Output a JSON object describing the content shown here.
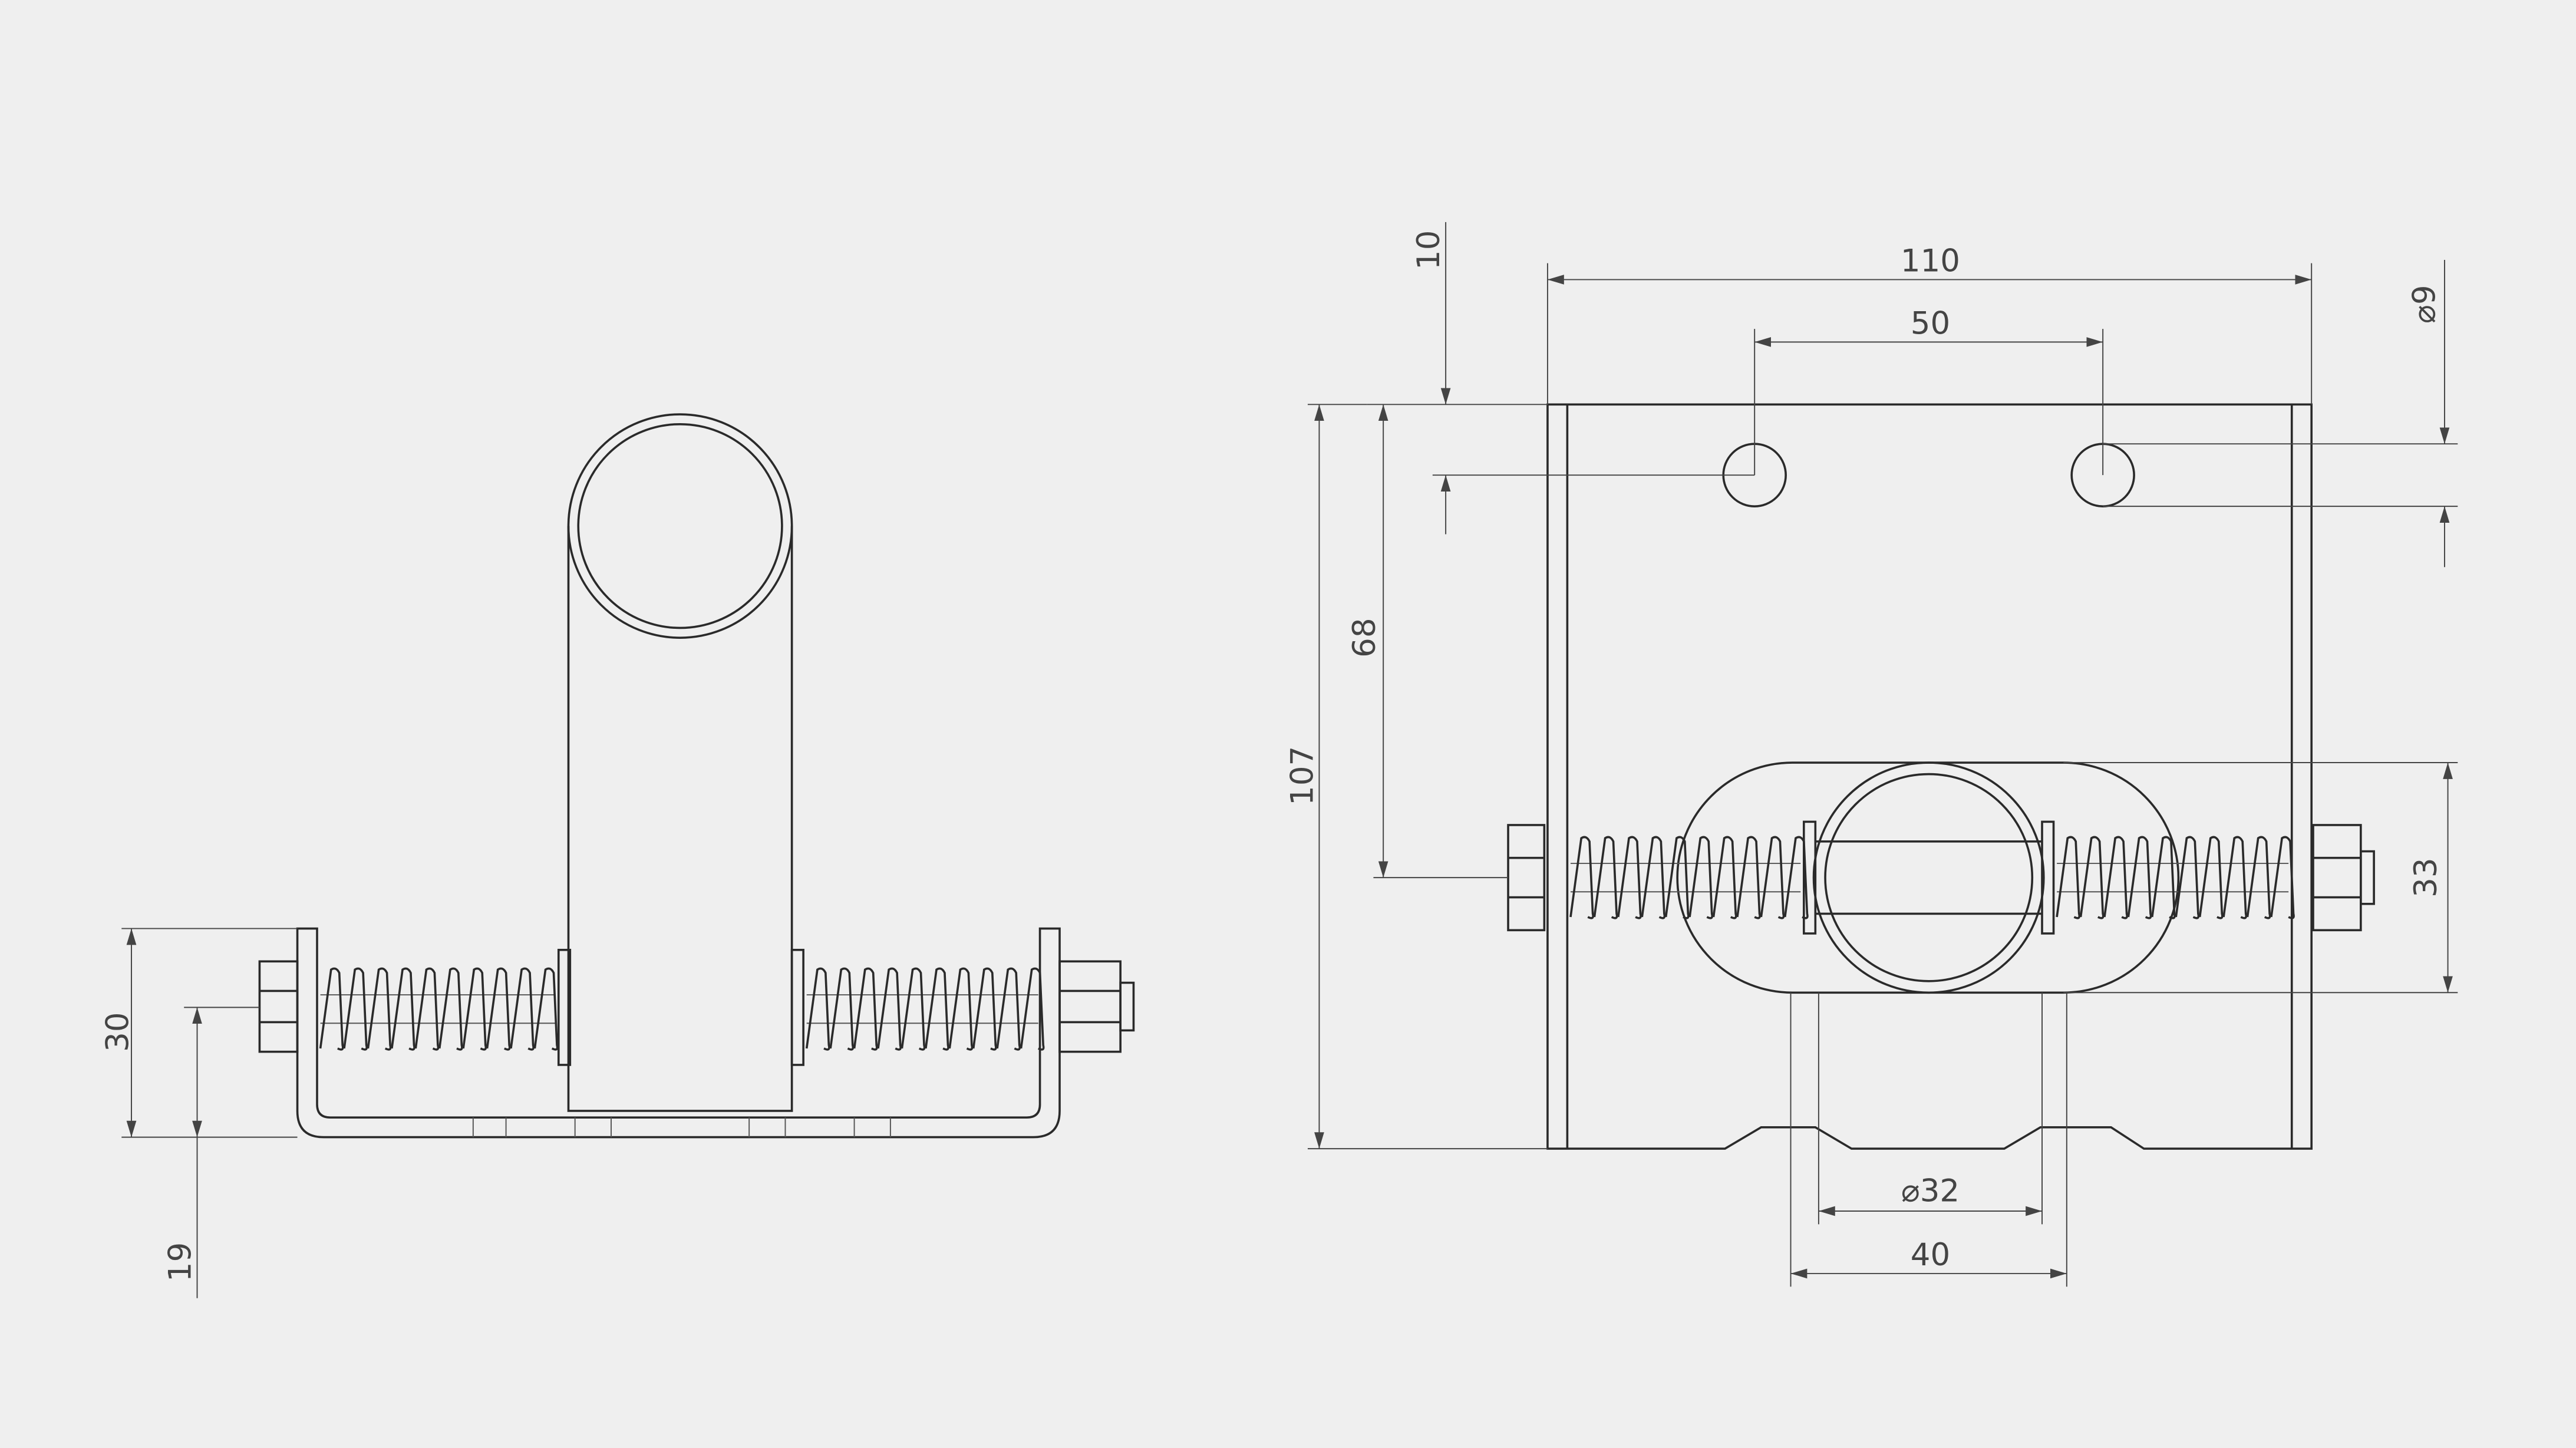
{
  "drawing": {
    "side_view": {
      "dimensions": {
        "height_total": "30",
        "bolt_height": "19"
      }
    },
    "front_view": {
      "dimensions": {
        "width": "110",
        "hole_spacing": "50",
        "hole_offset": "10",
        "hole_diameter": "⌀9",
        "bolt_height": "68",
        "height": "107",
        "slot_height": "33",
        "tube_diameter": "⌀32",
        "slot_opening": "40"
      }
    }
  }
}
